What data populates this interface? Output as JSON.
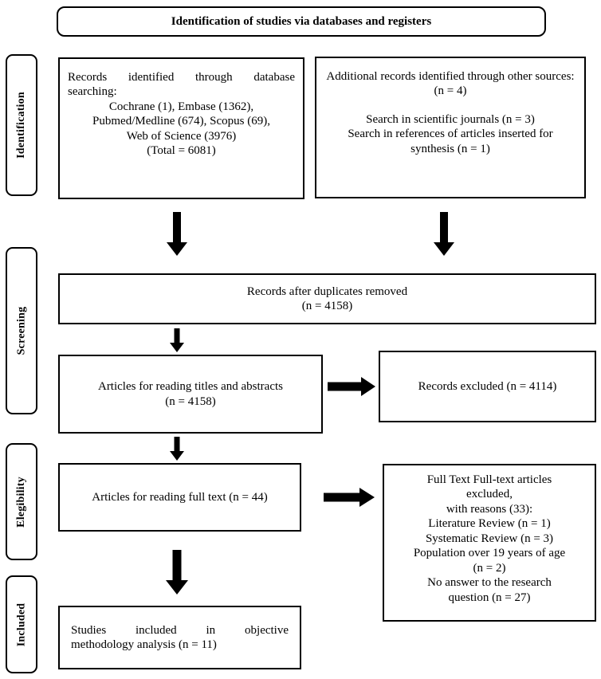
{
  "diagram": {
    "type": "prisma-flow-diagram",
    "banner": {
      "label": "Identification of studies via databases and registers"
    },
    "stages": [
      {
        "id": "identification",
        "label": "Identification"
      },
      {
        "id": "screening",
        "label": "Screening"
      },
      {
        "id": "eligibility",
        "label": "Elegibility"
      },
      {
        "id": "included",
        "label": "Included"
      }
    ],
    "boxes": {
      "records_identified": {
        "lines": [
          "Records identified through database searching:",
          "Cochrane (1), Embase (1362),",
          "Pubmed/Medline (674), Scopus (69),",
          "Web of Science (3976)",
          "(Total = 6081)"
        ],
        "line1_part_a": "Records identified through database",
        "line1_part_b": "searching:",
        "total": "6081"
      },
      "additional_records": {
        "lines": [
          "Additional records identified through other sources: (n = 4)",
          "",
          "Search in scientific journals (n = 3)",
          "Search in references of articles inserted for synthesis (n = 1)"
        ],
        "n": "4"
      },
      "duplicates_removed": {
        "line1": "Records after duplicates removed",
        "line2": "(n = 4158)",
        "n": "4158"
      },
      "titles_abstracts": {
        "line1": "Articles for reading titles and abstracts",
        "line2": "(n = 4158)",
        "n": "4158"
      },
      "records_excluded": {
        "line1": "Records excluded (n = 4114)",
        "n": "4114"
      },
      "full_text": {
        "line1": "Articles for reading full text (n = 44)",
        "n": "44"
      },
      "full_text_excluded": {
        "lines": [
          "Full Text Full-text articles",
          "excluded,",
          "with reasons (33):",
          "Literature Review (n = 1)",
          "Systematic Review (n = 3)",
          "Population over 19 years of age",
          "(n = 2)",
          "No answer to the research",
          "question (n = 27)"
        ],
        "total_excluded": "33"
      },
      "studies_included": {
        "line1_part_a": "Studies included in objective",
        "line1_part_b": "methodology analysis (n = 11)",
        "n": "11"
      }
    },
    "arrows": [
      {
        "id": "arrow-identification-left",
        "direction": "down"
      },
      {
        "id": "arrow-identification-right",
        "direction": "down"
      },
      {
        "id": "arrow-duplicates-to-titles",
        "direction": "down"
      },
      {
        "id": "arrow-titles-excluded",
        "direction": "right"
      },
      {
        "id": "arrow-titles-to-fulltext",
        "direction": "down"
      },
      {
        "id": "arrow-fulltext-excluded",
        "direction": "right"
      },
      {
        "id": "arrow-fulltext-to-included",
        "direction": "down"
      }
    ],
    "colors": {
      "stroke": "#000000",
      "fill": "#ffffff",
      "text": "#000000"
    }
  }
}
